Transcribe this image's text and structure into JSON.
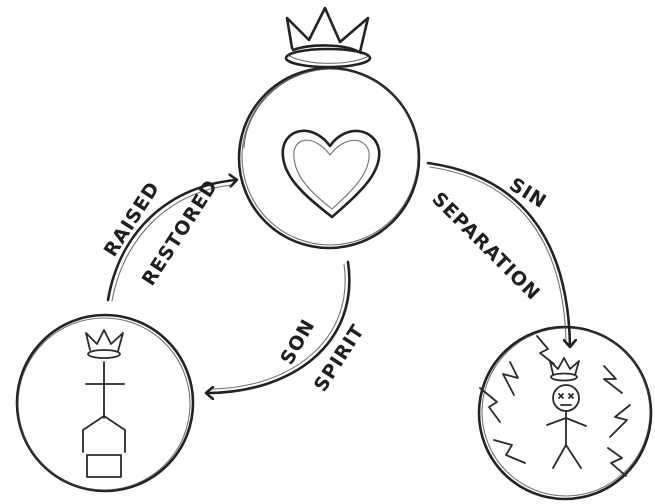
{
  "labels": {
    "raised": "RAISED",
    "restored": "RESTORED",
    "sin": "SIN",
    "separation": "SEPARATION",
    "son": "SON",
    "spirit": "SPIRIT"
  },
  "icons": {
    "top_crown": "crown-icon",
    "heart": "heart-icon",
    "cross_house": "cross-icon",
    "broken_person": "stick-figure-icon",
    "lightning": "lightning-icon"
  },
  "colors": {
    "ink": "#222222",
    "background": "#ffffff"
  }
}
